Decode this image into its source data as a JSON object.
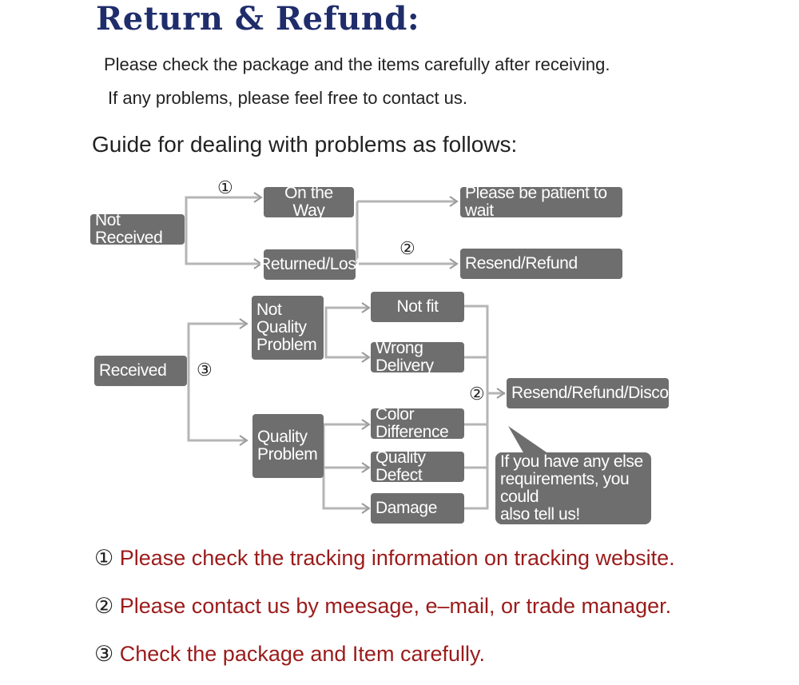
{
  "title": "Return & Refund:",
  "intro": [
    "Please check the package and the items carefully after receiving.",
    "If any problems, please feel free to contact us."
  ],
  "guide_heading": "Guide for dealing with problems as follows:",
  "nodes": {
    "not_received": "Not Received",
    "on_the_way": "On the Way",
    "returned_lost": "Returned/Lost",
    "be_patient": "Please be patient to wait",
    "resend_refund": "Resend/Refund",
    "received": "Received",
    "not_quality_problem": [
      "Not",
      "Quality",
      "Problem"
    ],
    "quality_problem": [
      "Quality",
      "Problem"
    ],
    "not_fit": "Not fit",
    "wrong_delivery": "Wrong Delivery",
    "color_difference": "Color Difference",
    "quality_defect": "Quality Defect",
    "damage": "Damage",
    "resend_refund_discount": "Resend/Refund/Discount",
    "callout": [
      "If you have any else",
      "requirements, you could",
      "also tell us!"
    ]
  },
  "markers": {
    "one": "①",
    "two": "②",
    "three": "③"
  },
  "notes": [
    {
      "mark": "①",
      "text": "Please check the tracking information on tracking website."
    },
    {
      "mark": "②",
      "text": "Please contact us by meesage, e–mail, or trade manager."
    },
    {
      "mark": "③",
      "text": "Check the package and Item carefully."
    }
  ],
  "colors": {
    "title": "#1f2d6b",
    "box": "#6e6e6e",
    "note_text": "#9b1b1b",
    "connector": "#b5b5b5"
  }
}
